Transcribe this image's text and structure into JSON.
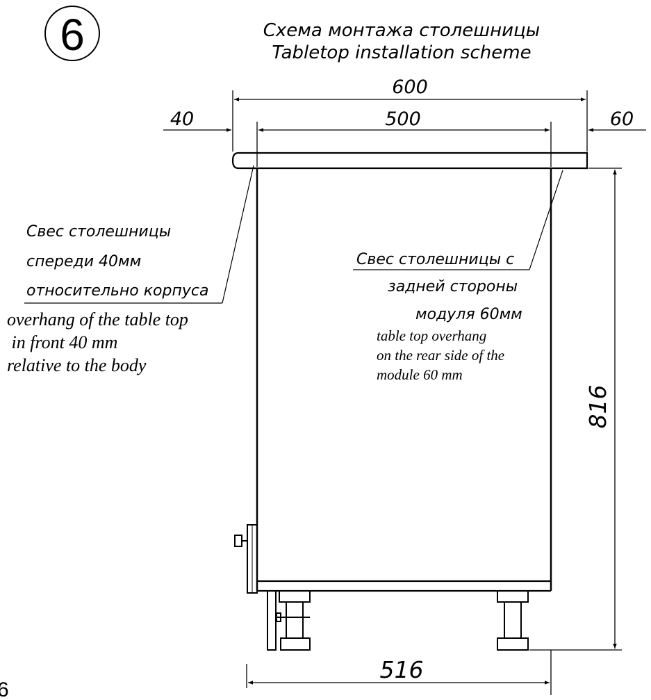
{
  "step_number": "6",
  "page_number_fragment": "6",
  "title": {
    "ru": "Схема монтажа столешницы",
    "en": "Tabletop installation scheme"
  },
  "dimensions": {
    "total_width": "600",
    "inner_width": "500",
    "front_overhang": "40",
    "rear_overhang": "60",
    "height": "816",
    "base_width": "516"
  },
  "notes": {
    "front_ru": [
      "Свес столешницы",
      "спереди 40мм",
      "относительно корпуса"
    ],
    "front_en": [
      "overhang of the table top",
      " in front 40 mm",
      "relative to the body"
    ],
    "rear_ru": [
      "Свес столешницы с",
      "задней стороны",
      "модуля 60мм"
    ],
    "rear_en": [
      "table top overhang",
      "on the rear side of the",
      "module 60 mm"
    ]
  },
  "colors": {
    "line": "#000000",
    "background": "#ffffff"
  }
}
